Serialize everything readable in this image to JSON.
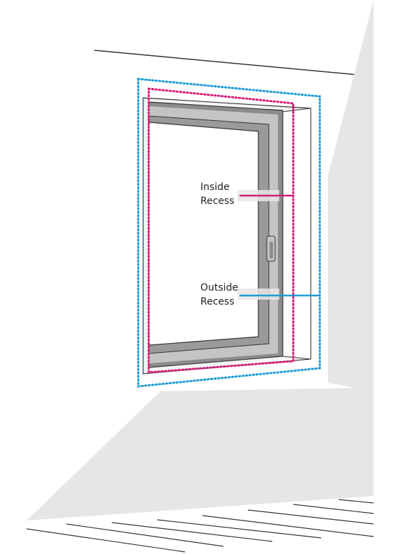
{
  "labels": {
    "inside": [
      "Inside",
      "Recess"
    ],
    "outside": [
      "Outside",
      "Recess"
    ]
  },
  "colors": {
    "inside_recess": "#d81b7a",
    "outside_recess": "#1e9bd7",
    "wall_shade": "#e6e6e6",
    "frame_outer": "#8c8c8c",
    "frame_inner": "#c4c4c4",
    "line": "#333333"
  },
  "icons": {
    "handle": "window-handle-icon"
  }
}
